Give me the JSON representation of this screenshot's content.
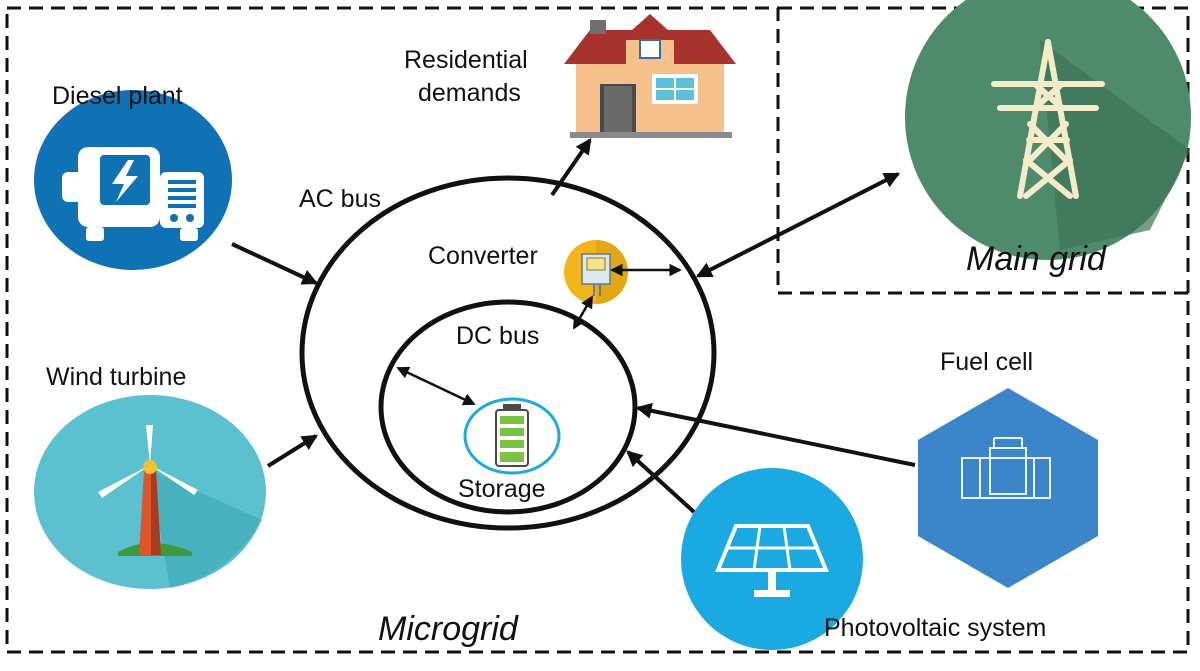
{
  "labels": {
    "diesel_plant": "Diesel plant",
    "wind_turbine": "Wind turbine",
    "residential_line1": "Residential",
    "residential_line2": "demands",
    "ac_bus": "AC bus",
    "dc_bus": "DC bus",
    "converter": "Converter",
    "storage": "Storage",
    "main_grid": "Main grid",
    "fuel_cell": "Fuel cell",
    "photovoltaic": "Photovoltaic system",
    "microgrid": "Microgrid"
  },
  "icons": {
    "diesel": "diesel-generator-icon",
    "wind": "wind-turbine-icon",
    "house": "house-icon",
    "tower": "transmission-tower-icon",
    "fuel_cell": "fuel-cell-icon",
    "solar": "solar-panel-icon",
    "battery": "battery-icon",
    "converter": "converter-icon"
  },
  "colors": {
    "diesel_circle": "#0e72b5",
    "wind_circle": "#5bc0d0",
    "grid_circle": "#4e8a6c",
    "fuel_hexagon": "#3a86c8",
    "pv_circle": "#1ba9e1",
    "converter_circle": "#f2b51c",
    "battery_green": "#7cc242",
    "house_roof": "#a8322d",
    "house_wall": "#f5c08c",
    "line": "#111111"
  }
}
